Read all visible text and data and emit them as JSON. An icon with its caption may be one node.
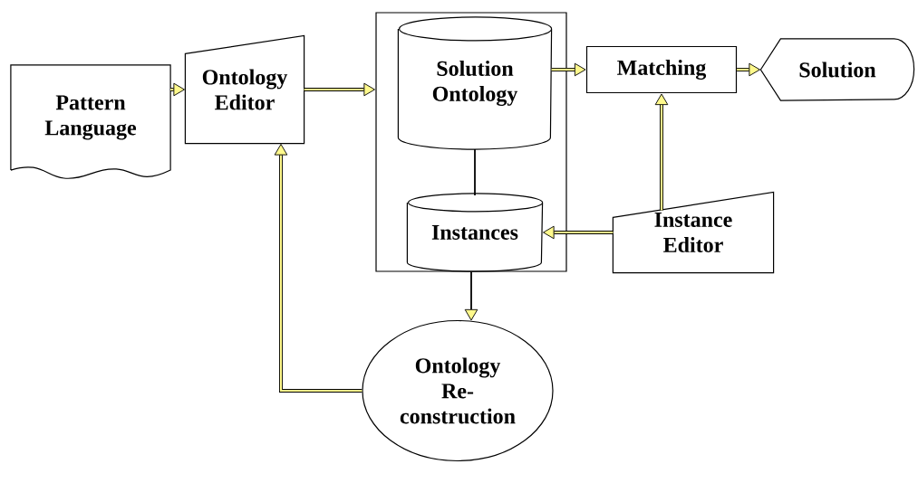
{
  "diagram": {
    "nodes": [
      {
        "text": [
          "Pattern Language"
        ]
      },
      {
        "text": [
          "Ontology Editor"
        ]
      },
      {
        "text": [],
        "shape": "box"
      },
      {
        "text": [
          "Solution Ontology"
        ],
        "in": 2
      },
      {
        "text": [
          "Instances"
        ],
        "in": 2
      },
      {
        "text": [
          "Matching"
        ]
      },
      {
        "text": [
          "Solution"
        ]
      },
      {
        "text": [
          "Instance Editor"
        ]
      },
      {
        "text": [
          "Ontology Re- construction"
        ]
      }
    ],
    "edges": [
      {
        "from": 0,
        "to": 1,
        "arrow": "to"
      },
      {
        "from": 1,
        "to": 2,
        "arrow": "to"
      },
      {
        "from": 3,
        "to": 5,
        "arrow": "to"
      },
      {
        "from": 5,
        "to": 6,
        "arrow": "to"
      },
      {
        "from": 7,
        "to": 5,
        "arrow": "to"
      },
      {
        "from": 7,
        "to": 4,
        "arrow": "to"
      },
      {
        "from": 3,
        "to": 4,
        "arrow": "none",
        "color": "#000000"
      },
      {
        "from": 2,
        "to": 8,
        "arrow": "to",
        "color": "#000000"
      },
      {
        "from": 8,
        "to": 1,
        "arrow": "to"
      }
    ]
  }
}
